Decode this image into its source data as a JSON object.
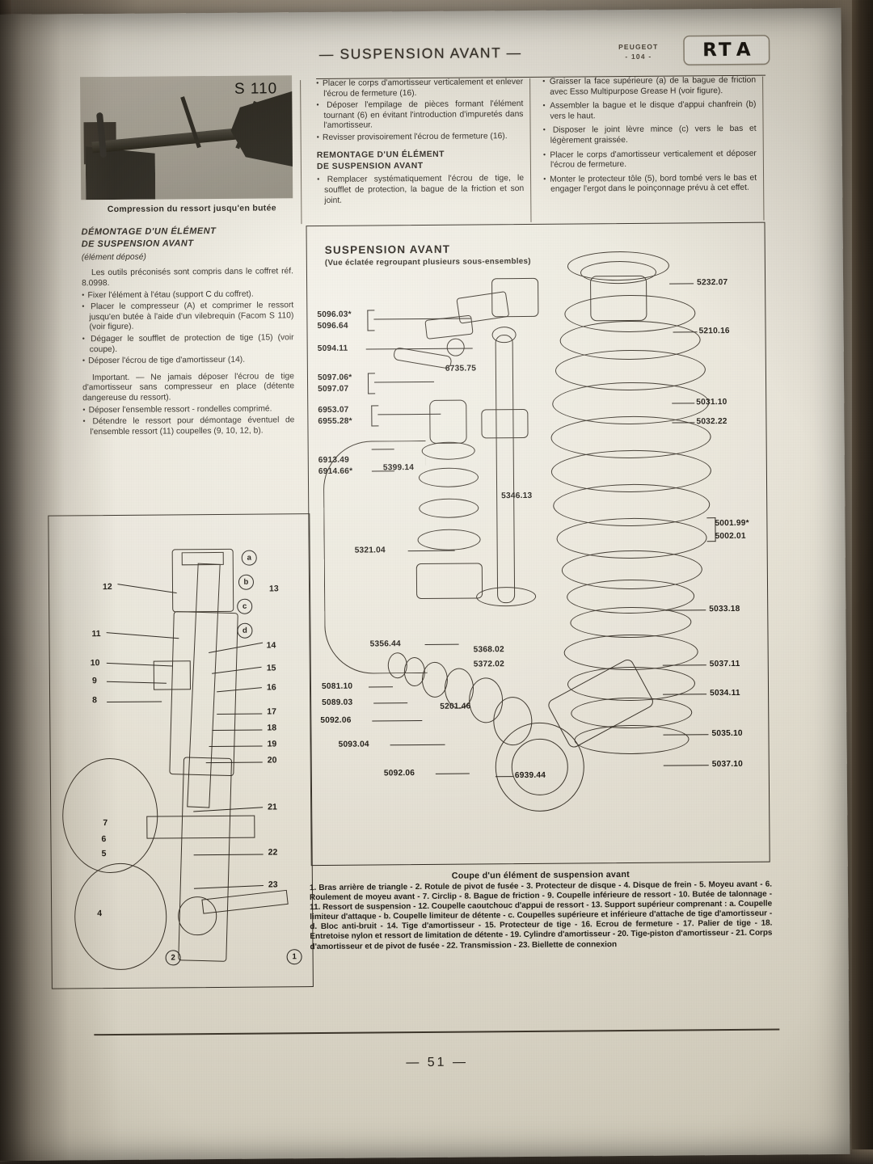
{
  "header": {
    "title": "— SUSPENSION AVANT —",
    "marque": "PEUGEOT",
    "model": "- 104 -",
    "logo": "RTA"
  },
  "photo": {
    "tool_label": "S 110",
    "caption": "Compression du ressort jusqu'en butée"
  },
  "columns": {
    "left": {
      "heading_line1": "DÉMONTAGE D'UN ÉLÉMENT",
      "heading_line2": "DE SUSPENSION AVANT",
      "subheading": "(élément déposé)",
      "paragraphs": [
        "Les outils préconisés sont compris dans le coffret réf. 8.0998.",
        "Fixer l'élément à l'étau (support C du coffret).",
        "Placer le compresseur (A) et comprimer le ressort jusqu'en butée à l'aide d'un vilebrequin (Facom S 110) (voir figure).",
        "Dégager le soufflet de protection de tige (15) (voir coupe).",
        "Déposer l'écrou de tige d'amortisseur (14).",
        "Important. — Ne jamais déposer l'écrou de tige d'amortisseur sans compresseur en place (détente dangereuse du ressort).",
        "Déposer l'ensemble ressort - rondelles comprimé.",
        "Détendre le ressort pour démontage éventuel de l'ensemble ressort (11) coupelles (9, 10, 12, b)."
      ]
    },
    "middle": {
      "paragraphs": [
        "Placer le corps d'amortisseur verticalement et enlever l'écrou de fermeture (16).",
        "Déposer l'empilage de pièces formant l'élément tournant (6) en évitant l'introduction d'impuretés dans l'amortisseur.",
        "Revisser provisoirement l'écrou de fermeture (16)."
      ],
      "section_line1": "REMONTAGE D'UN ÉLÉMENT",
      "section_line2": "DE SUSPENSION AVANT",
      "after_section": [
        "Remplacer systématiquement l'écrou de tige, le soufflet de protection, la bague de la friction et son joint."
      ]
    },
    "right": {
      "paragraphs": [
        "Graisser la face supérieure (a) de la bague de friction avec Esso Multipurpose Grease H (voir figure).",
        "Assembler la bague et le disque d'appui chanfrein (b) vers le haut.",
        "Disposer le joint lèvre mince (c) vers le bas et légèrement graissée.",
        "Placer le corps d'amortisseur verticalement et déposer l'écrou de fermeture.",
        "Monter le protecteur tôle (5), bord tombé vers le bas et engager l'ergot dans le poinçonnage prévu à cet effet."
      ]
    }
  },
  "exploded": {
    "title": "SUSPENSION AVANT",
    "subtitle": "(Vue éclatée regroupant plusieurs sous-ensembles)",
    "part_numbers_left": [
      "5096.03*",
      "5096.64",
      "5094.11",
      "5097.06*",
      "5097.07",
      "6953.07",
      "6955.28*",
      "6735.75",
      "6913.49",
      "6914.66*",
      "5399.14",
      "5321.04",
      "5346.13",
      "5356.44",
      "5368.02",
      "5372.02",
      "5081.10",
      "5089.03",
      "5092.06",
      "5093.04",
      "5201.46",
      "5092.06",
      "6939.44"
    ],
    "part_numbers_right": [
      "5232.07",
      "5210.16",
      "5031.10",
      "5032.22",
      "5001.99*",
      "5002.01",
      "5033.18",
      "5037.11",
      "5034.11",
      "5035.10",
      "5037.10"
    ]
  },
  "cross_section": {
    "callouts": [
      "1",
      "2",
      "4",
      "5",
      "6",
      "7",
      "8",
      "9",
      "10",
      "11",
      "12",
      "13",
      "14",
      "15",
      "16",
      "17",
      "18",
      "19",
      "20",
      "21",
      "22",
      "23"
    ],
    "letters": [
      "a",
      "b",
      "c",
      "d"
    ]
  },
  "legend": {
    "title": "Coupe d'un élément de suspension avant",
    "body": "1. Bras arrière de triangle - 2. Rotule de pivot de fusée - 3. Protecteur de disque - 4. Disque de frein - 5. Moyeu avant - 6. Roulement de moyeu avant - 7. Circlip - 8. Bague de friction - 9. Coupelle inférieure de ressort - 10. Butée de talonnage - 11. Ressort de suspension - 12. Coupelle caoutchouc d'appui de ressort - 13. Support supérieur comprenant : a. Coupelle limiteur d'attaque - b. Coupelle limiteur de détente - c. Coupelles supérieure et inférieure d'attache de tige d'amortisseur - d. Bloc anti-bruit - 14. Tige d'amortisseur - 15. Protecteur de tige - 16. Ecrou de fermeture - 17. Palier de tige - 18. Entretoise nylon et ressort de limitation de détente - 19. Cylindre d'amortisseur - 20. Tige-piston d'amortisseur - 21. Corps d'amortisseur et de pivot de fusée - 22. Transmission - 23. Biellette de connexion",
    "last_line": "seur et de pivot de fusée - 22. Transmission - 23. Biellette de connexion"
  },
  "page_number": "— 51 —"
}
